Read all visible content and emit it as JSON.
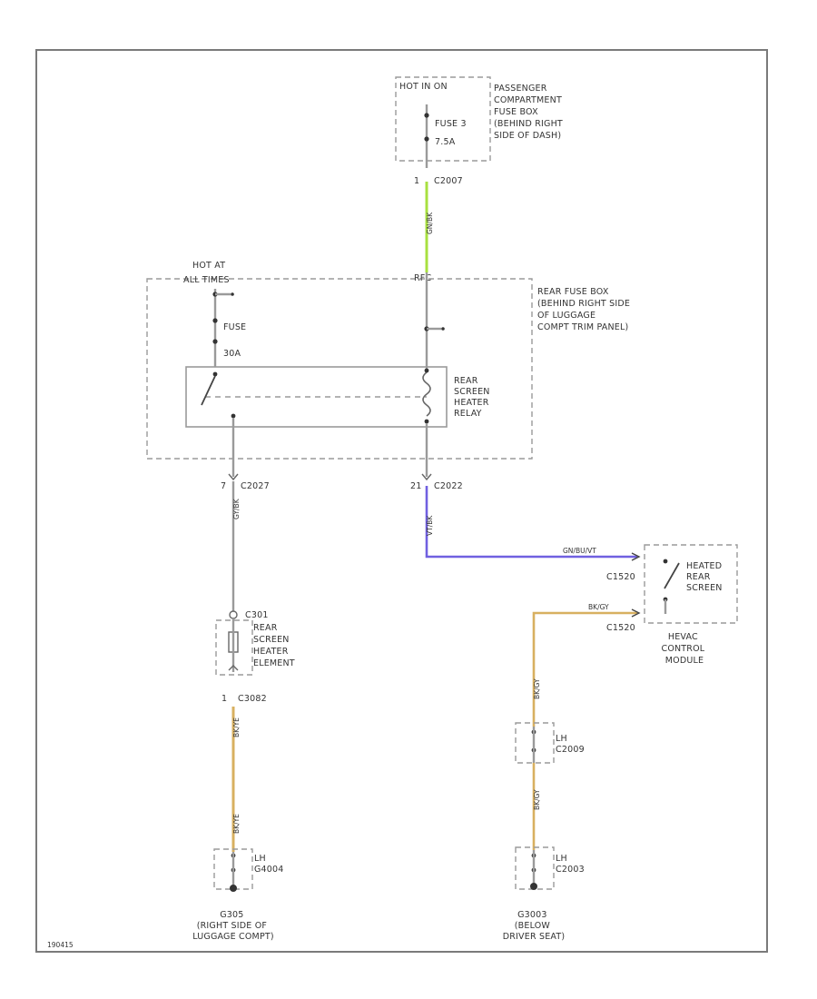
{
  "diagram": {
    "figure_code": "190415",
    "colors": {
      "wire_green": "#a8e040",
      "wire_violet": "#7060e0",
      "wire_tan": "#d8b060",
      "wire_grey": "#9a9a9a"
    },
    "top_fuse_box": {
      "hot_label": "HOT IN ON",
      "fuse_label": "FUSE 3",
      "fuse_rating": "7.5A",
      "description": [
        "PASSENGER",
        "COMPARTMENT",
        "FUSE BOX",
        "(BEHIND RIGHT",
        "SIDE OF DASH)"
      ]
    },
    "connector_c2007": "C2007",
    "rear_fuse_box": {
      "hot_label_1": "HOT AT",
      "hot_label_2": "ALL TIMES",
      "fuse_label": "FUSE",
      "fuse_rating": "30A",
      "pin_rfc": "RFC",
      "description": [
        "REAR FUSE BOX",
        "(BEHIND RIGHT SIDE",
        "OF LUGGAGE",
        "COMPT TRIM PANEL)"
      ]
    },
    "relay": {
      "label": [
        "REAR",
        "SCREEN",
        "HEATER",
        "RELAY"
      ]
    },
    "left_branch": {
      "conn_pin": "7",
      "conn_name": "C2027",
      "wire_code": "GY/BK",
      "element_conn": "C301",
      "element_label": [
        "REAR",
        "SCREEN",
        "HEATER",
        "ELEMENT"
      ],
      "lower_pin": "1",
      "lower_conn": "C3082",
      "lower_wire": "BK/YE",
      "lower_wire2": "BK/YE",
      "splice": [
        "LH",
        "G4004"
      ],
      "ground": [
        "G305",
        "(RIGHT SIDE OF",
        "LUGGAGE COMPT)"
      ]
    },
    "right_branch": {
      "conn_pin": "21",
      "conn_name": "C2022",
      "wire_code": "VT/BK",
      "wire_code2": "GN/BU/VT",
      "module_conn_top": "C1520",
      "module_conn_bottom": "C1520",
      "switch_label": [
        "HEATED",
        "REAR",
        "SCREEN"
      ],
      "module_label": [
        "HEVAC",
        "CONTROL",
        "MODULE"
      ],
      "wire_tan_1": "BK/GY",
      "wire_tan_2": "BK/GY",
      "wire_tan_3": "BK/GY",
      "splice1": [
        "LH",
        "C2009"
      ],
      "splice2": [
        "LH",
        "C2003"
      ],
      "ground": [
        "G3003",
        "(BELOW",
        "DRIVER SEAT)"
      ]
    },
    "green_wire_code": "GN/BK"
  }
}
